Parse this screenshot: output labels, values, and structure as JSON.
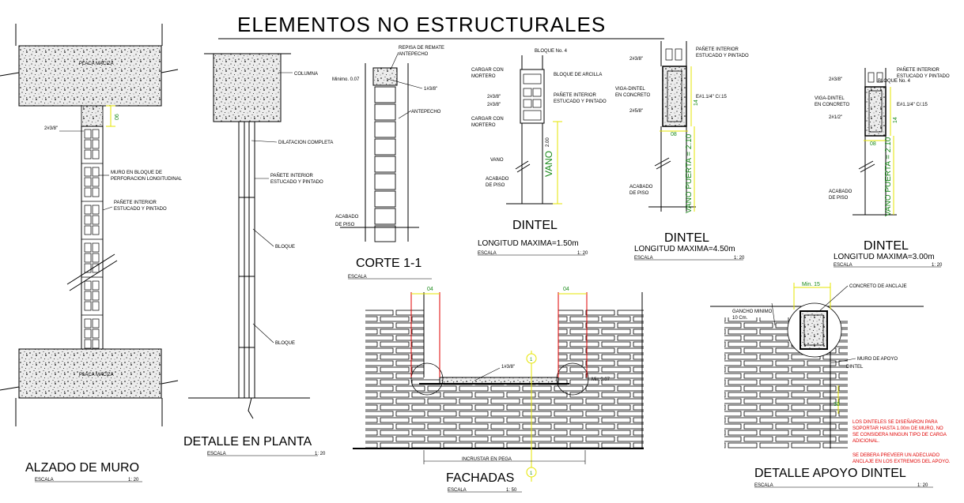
{
  "main_title": "ELEMENTOS  NO ESTRUCTURALES",
  "alzado": {
    "title": "ALZADO DE MURO",
    "scale_label": "ESCALA",
    "scale_value": "1: 20",
    "slab_top": "PLACA MACIZA",
    "slab_bottom": "PLACA MACIZA",
    "dim": "06",
    "rebar": "2#3/8\"",
    "note_wall": "MURO EN BLOQUE DE PERFORACION LONGITUDINAL",
    "note_finish": "PAÑETE INTERIOR ESTUCADO Y PINTADO"
  },
  "planta": {
    "title": "DETALLE EN PLANTA",
    "scale_label": "ESCALA",
    "scale_value": "1: 20",
    "note_column": "COLUMNA",
    "note_joint": "DILATACION COMPLETA",
    "note_finish": "PAÑETE INTERIOR ESTUCADO Y PINTADO",
    "note_block1": "BLOQUE",
    "note_block2": "BLOQUE"
  },
  "corte": {
    "title": "CORTE 1-1",
    "scale_label": "ESCALA",
    "note_cap": "REPISA DE REMATE ANTEPECHO",
    "note_min": "Minimo. 0.07",
    "note_rebar": "1#3/8\"",
    "note_parapet": "ANTEPECHO",
    "note_floor": "ACABADO DE PISO"
  },
  "dintel1": {
    "title": "DINTEL",
    "length": "LONGITUD  MAXIMA=1.50m",
    "scale_label": "ESCALA",
    "scale_value": "1: 20",
    "note_block": "BLOQUE No. 4",
    "note_load1": "CARGAR CON MORTERO",
    "note_clay": "BLOQUE DE ARCILLA",
    "note_r1": "2#3/8\"",
    "note_r2": "2#3/8\"",
    "note_finish": "PAÑETE INTERIOR ESTUCADO Y PINTADO",
    "note_load2": "CARGAR CON MORTERO",
    "note_vano": "VANO",
    "note_floor": "ACABADO DE PISO",
    "dim_h": "2.00",
    "dim_vano": "VANO"
  },
  "dintel2": {
    "title": "DINTEL",
    "length": "LONGITUD  MAXIMA=4.50m",
    "scale_label": "ESCALA",
    "scale_value": "1: 20",
    "note_r1": "2#3/8\"",
    "note_finish": "PAÑETE INTERIOR ESTUCADO Y PINTADO",
    "note_beam": "VIGA-DINTEL EN CONCRETO",
    "note_stirrup": "E#1.1/4\" C/.15",
    "note_r2": "2#5/8\"",
    "note_floor": "ACABADO DE PISO",
    "dim_a": "14",
    "dim_b": "08",
    "dim_door": "VANO PUERTA = 2.10"
  },
  "dintel3": {
    "title": "DINTEL",
    "length": "LONGITUD  MAXIMA=3.00m",
    "scale_label": "ESCALA",
    "scale_value": "1: 20",
    "note_block": "BLOQUE No. 4",
    "note_finish": "PAÑETE INTERIOR ESTUCADO Y PINTADO",
    "note_r1": "2#3/8\"",
    "note_beam": "VIGA-DINTEL EN CONCRETO",
    "note_stirrup": "E#1.1/4\" C/.15",
    "note_r2": "2#1/2\"",
    "note_floor": "ACABADO DE PISO",
    "dim_a": "14",
    "dim_b": "08",
    "dim_door": "VANO PUERTA = 2.10"
  },
  "fachadas": {
    "title": "FACHADAS",
    "scale_label": "ESCALA",
    "scale_value": "1: 50",
    "dim_left": "04",
    "dim_right": "04",
    "rebar": "1#3/8\"",
    "note_min": "Min.0.07",
    "note_pega": "INCRUSTAR EN PEGA",
    "section_mark": "1"
  },
  "apoyo": {
    "title": "DETALLE APOYO DINTEL",
    "scale_label": "ESCALA",
    "scale_value": "1: 20",
    "dim_min": "Min. 15",
    "note_anchor": "CONCRETO DE ANCLAJE",
    "note_min_hook": "GANCHO MINIMO 10 Cm.",
    "note_wall": "MURO DE APOYO",
    "note_dintel": "DINTEL",
    "dim_30": "30",
    "red_note1": "LOS DINTELES SE DISEÑARON PARA SOPORTAR HASTA 1.00m DE MURO, NO SE CONSIDERA NINGUN TIPO DE CARGA ADICIONAL.",
    "red_note2": "SE DEBERA PREVEER UN ADECUADO ANCLAJE EN LOS EXTREMOS DEL APOYO."
  },
  "colors": {
    "text": "#000000",
    "dimension_yellow": "#e6e600",
    "dimension_red": "#e00000",
    "dimension_green": "#1a8a1a",
    "concrete_fill": "#e9e9e9"
  }
}
